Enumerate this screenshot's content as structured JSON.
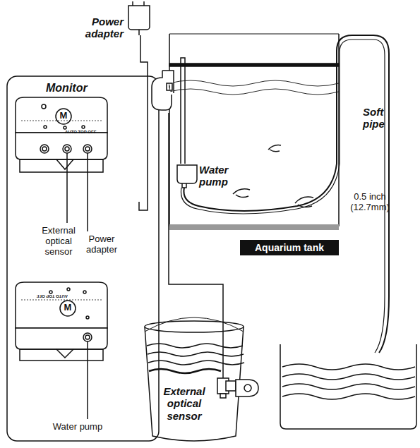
{
  "diagram": {
    "nodes": [
      {
        "text": [
          "Monitor"
        ]
      },
      {
        "text": [
          "Aquarium tank"
        ]
      }
    ],
    "labels": [
      "Power adapter",
      "External optical sensor",
      "Power adapter",
      "M",
      "AUTO TOP OFF",
      "M",
      "AUTO TOP OFF",
      "Water pump",
      "Water pump",
      "Soft pipe",
      "0.5 inch (12.7mm)",
      "External optical sensor"
    ]
  }
}
